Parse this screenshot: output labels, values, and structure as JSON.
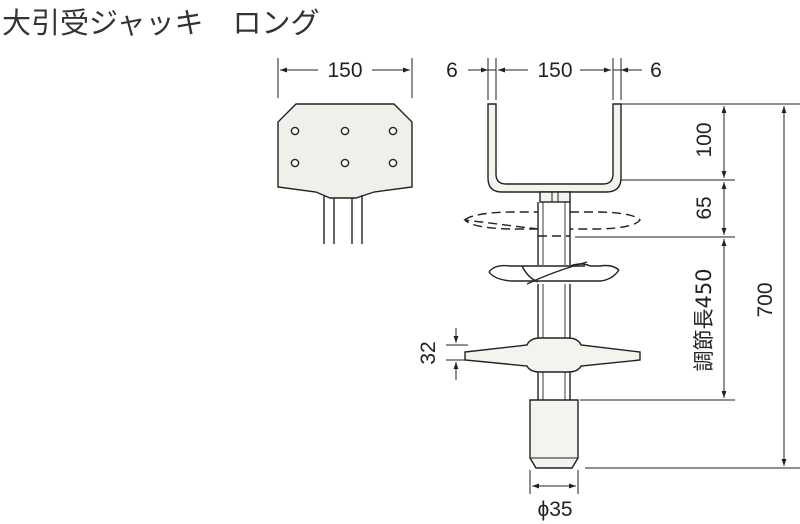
{
  "title": "大引受ジャッキ　ロング",
  "dimensions": {
    "side_width": "150",
    "gap_left": "6",
    "inner_width": "150",
    "gap_right": "6",
    "fork_height": "100",
    "nut_offset": "65",
    "adjust_length": "調節長450",
    "total_height": "700",
    "handle_thickness": "32",
    "diameter": "ϕ35"
  }
}
